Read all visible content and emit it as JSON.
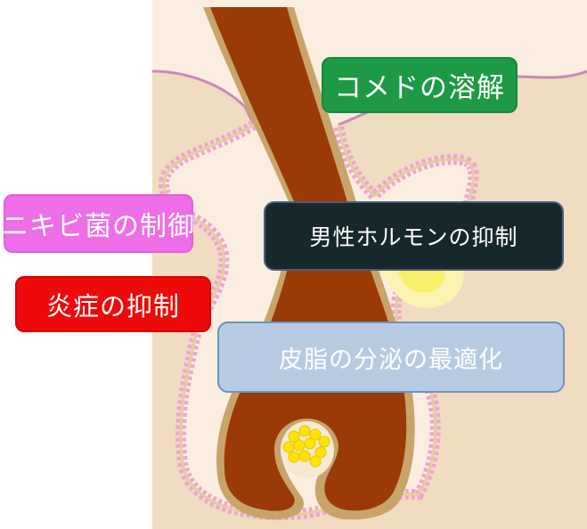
{
  "labels": {
    "comedo": "コメドの溶解",
    "acne_bacteria": "ニキビ菌の制御",
    "hormone": "男性ホルモンの抑制",
    "inflammation": "炎症の抑制",
    "sebum": "皮脂の分泌の最適化"
  },
  "colors": {
    "skin": "#f0dcc0",
    "hair": "#9a3a06",
    "epidermis_pink": "#f2a4d2",
    "sebum_yellow": "#f8f06a",
    "comedo_box": "#1e9a45",
    "acne_box": "#ee6ee8",
    "hormone_box": "#17282d",
    "inflammation_box": "#ee0a0a",
    "sebum_box": "#b7cce3"
  }
}
